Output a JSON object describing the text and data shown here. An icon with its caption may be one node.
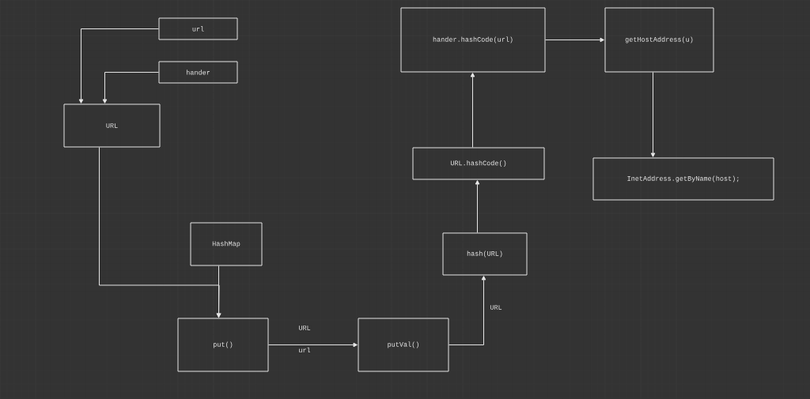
{
  "diagram": {
    "nodes": [
      {
        "text": [
          "url"
        ]
      },
      {
        "text": [
          "hander"
        ]
      },
      {
        "text": [
          "URL"
        ]
      },
      {
        "text": [
          "HashMap"
        ]
      },
      {
        "text": [
          "put()"
        ]
      },
      {
        "text": [
          "putVal()"
        ]
      },
      {
        "text": [
          "hash(URL)"
        ]
      },
      {
        "text": [
          "URL.hashCode()"
        ]
      },
      {
        "text": [
          "hander.hashCode(url)"
        ]
      },
      {
        "text": [
          "getHostAddress(u)"
        ]
      },
      {
        "text": [
          "InetAddress.getByName(host);"
        ]
      }
    ],
    "edges": [
      {
        "from": 0,
        "to": 2,
        "arrow": "to"
      },
      {
        "from": 1,
        "to": 2,
        "arrow": "to"
      },
      {
        "from": 2,
        "to": 4,
        "arrow": "to"
      },
      {
        "from": 3,
        "to": 4,
        "arrow": "to"
      },
      {
        "from": 4,
        "to": 5,
        "arrow": "to",
        "label": "URL"
      },
      {
        "from": 5,
        "to": 6,
        "arrow": "to",
        "label": "URL"
      },
      {
        "from": 6,
        "to": 7,
        "arrow": "to"
      },
      {
        "from": 7,
        "to": 8,
        "arrow": "to"
      },
      {
        "from": 8,
        "to": 9,
        "arrow": "to"
      },
      {
        "from": 9,
        "to": 10,
        "arrow": "to"
      }
    ],
    "labels": [
      "url"
    ]
  }
}
